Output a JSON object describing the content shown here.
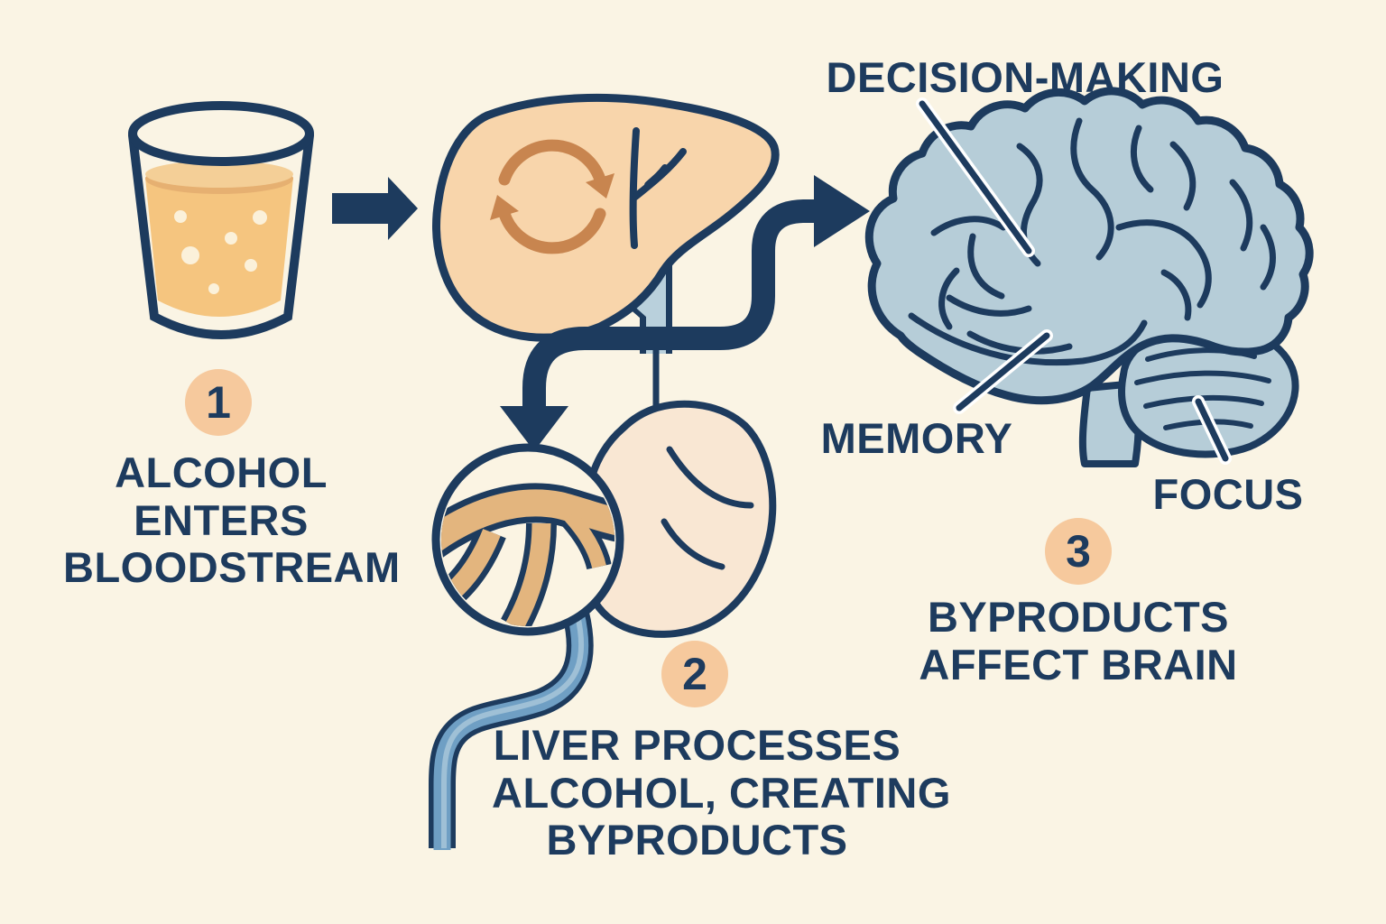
{
  "infographic": {
    "steps": [
      {
        "number": "1",
        "lines": [
          "ALCOHOL",
          "ENTERS",
          "BLOODSTREAM"
        ]
      },
      {
        "number": "2",
        "lines": [
          "LIVER PROCESSES",
          "ALCOHOL, CREATING",
          "BYPRODUCTS"
        ]
      },
      {
        "number": "3",
        "lines": [
          "BYPRODUCTS",
          "AFFECT BRAIN"
        ]
      }
    ],
    "brain_labels": [
      {
        "text": "DECISION-MAKING"
      },
      {
        "text": "MEMORY"
      },
      {
        "text": "FOCUS"
      }
    ],
    "icons": [
      "drink-glass-icon",
      "arrow-right-icon",
      "liver-icon",
      "metabolism-cycle-icon",
      "blood-vessel-magnifier-icon",
      "stomach-icon",
      "split-arrow-down-icon",
      "split-arrow-right-icon",
      "brain-icon"
    ],
    "colors": {
      "background": "#faf4e4",
      "navy": "#1d3b5e",
      "liver_peach": "#f8d5ab",
      "stomach_peach": "#f9e7d3",
      "badge_peach": "#f6c99d",
      "drink_amber": "#f5c57f",
      "drink_surface": "#f4cf97",
      "brain_blue": "#b6cdd8",
      "duct_light_blue": "#b9d0dc",
      "tube_blue": "#6f9fc4",
      "vessel_tan": "#e3b57e",
      "cycle_brown": "#c8854f"
    }
  }
}
